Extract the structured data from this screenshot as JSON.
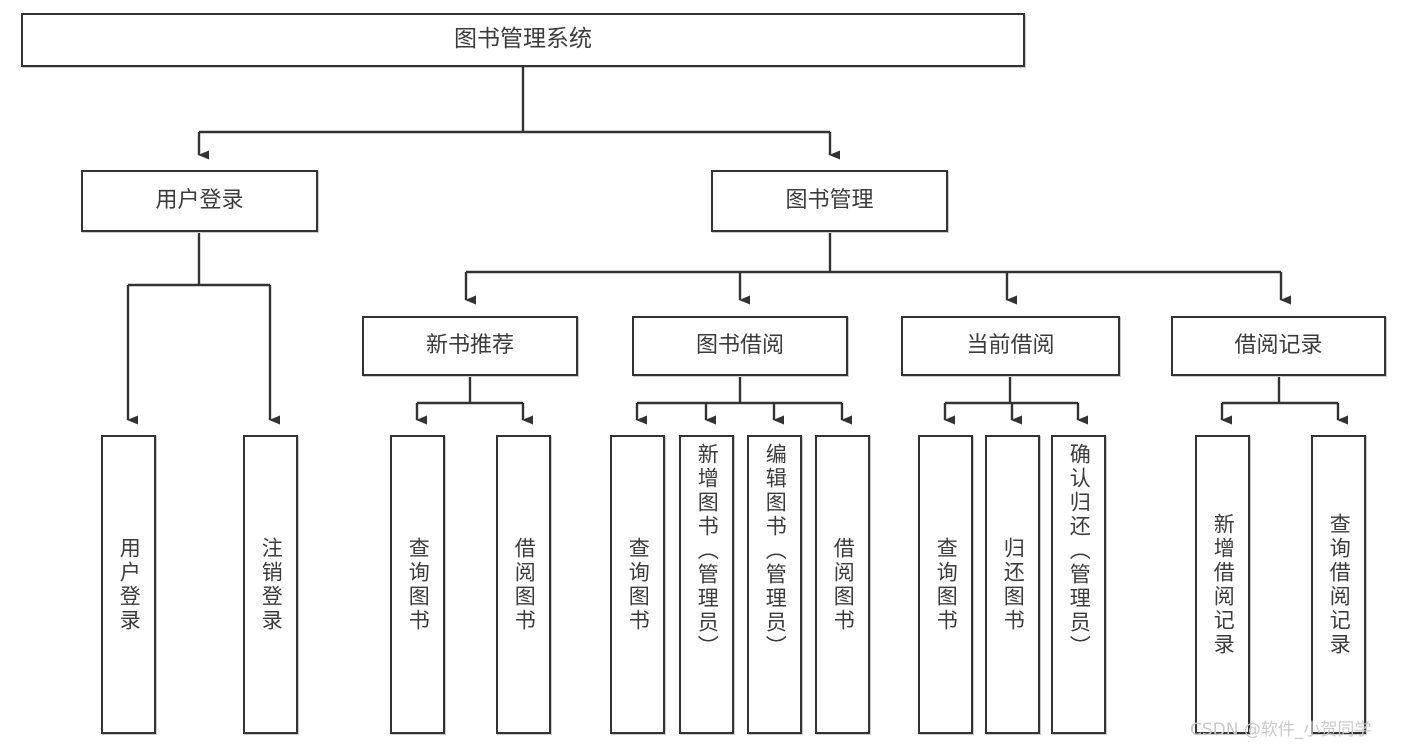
{
  "diagram": {
    "type": "tree",
    "title": "图书管理系统",
    "orientation": "top-down",
    "edge_style": "orthogonal-arrow",
    "colors": {
      "box_border": "#333333",
      "box_fill": "#ffffff",
      "text": "#3b3b3b",
      "connector": "#333333",
      "watermark": "#c9c9c9",
      "background": "#ffffff"
    },
    "nodes": {
      "root": {
        "label": "图书管理系统",
        "level": 1
      },
      "l2": [
        {
          "id": "user-login",
          "label": "用户登录",
          "level": 2
        },
        {
          "id": "book-management",
          "label": "图书管理",
          "level": 2
        }
      ],
      "l3": [
        {
          "id": "new-book-recommend",
          "label": "新书推荐",
          "level": 3,
          "parent": "book-management"
        },
        {
          "id": "book-borrow",
          "label": "图书借阅",
          "level": 3,
          "parent": "book-management"
        },
        {
          "id": "current-borrow",
          "label": "当前借阅",
          "level": 3,
          "parent": "book-management"
        },
        {
          "id": "borrow-record",
          "label": "借阅记录",
          "level": 3,
          "parent": "book-management"
        }
      ],
      "leaves": [
        {
          "id": "leaf-user-login",
          "label": "用户登录",
          "parent": "user-login"
        },
        {
          "id": "leaf-user-logout",
          "label": "注销登录",
          "parent": "user-login"
        },
        {
          "id": "leaf-query-book-1",
          "label": "查询图书",
          "parent": "new-book-recommend"
        },
        {
          "id": "leaf-borrow-book-1",
          "label": "借阅图书",
          "parent": "new-book-recommend"
        },
        {
          "id": "leaf-query-book-2",
          "label": "查询图书",
          "parent": "book-borrow"
        },
        {
          "id": "leaf-add-book",
          "label": "新增图书（管理员）",
          "parent": "book-borrow"
        },
        {
          "id": "leaf-edit-book",
          "label": "编辑图书（管理员）",
          "parent": "book-borrow"
        },
        {
          "id": "leaf-borrow-book-2",
          "label": "借阅图书",
          "parent": "book-borrow"
        },
        {
          "id": "leaf-query-book-3",
          "label": "查询图书",
          "parent": "current-borrow"
        },
        {
          "id": "leaf-return-book",
          "label": "归还图书",
          "parent": "current-borrow"
        },
        {
          "id": "leaf-confirm-return",
          "label": "确认归还（管理员）",
          "parent": "current-borrow"
        },
        {
          "id": "leaf-add-record",
          "label": "新增借阅记录",
          "parent": "borrow-record"
        },
        {
          "id": "leaf-query-record",
          "label": "查询借阅记录",
          "parent": "borrow-record"
        }
      ]
    }
  },
  "watermark": {
    "text": "CSDN @软件_小贺同学"
  }
}
